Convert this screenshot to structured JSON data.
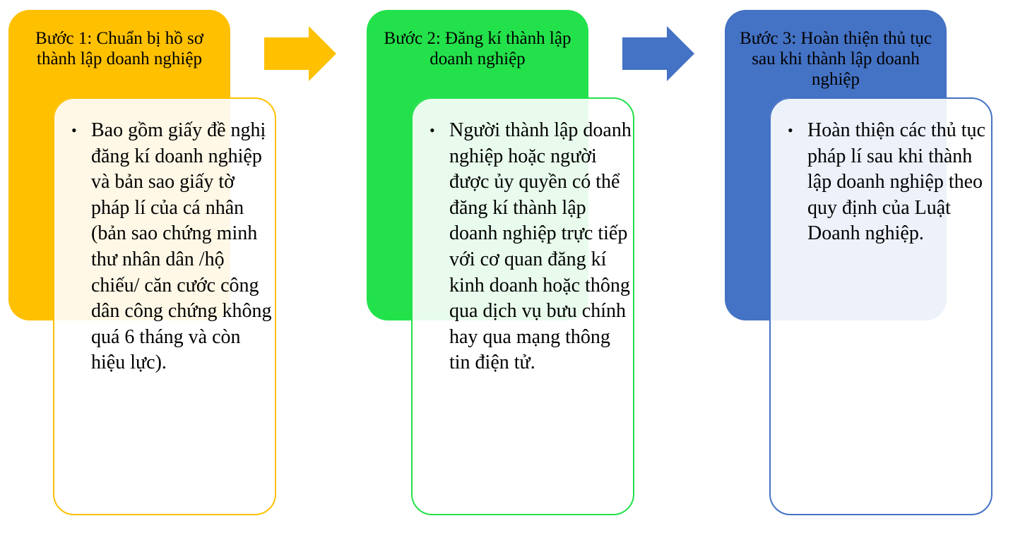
{
  "diagram": {
    "type": "process-flow",
    "steps": [
      {
        "title": "Bước 1: Chuẩn bị hồ sơ thành lập doanh nghiệp",
        "detail": "Bao gồm giấy đề nghị đăng kí doanh nghiệp và bản sao giấy tờ pháp lí của cá nhân (bản sao chứng minh thư nhân dân /hộ chiếu/ căn cước công dân công chứng không quá 6 tháng và còn hiệu lực).",
        "color": "#ffc000"
      },
      {
        "title": "Bước 2: Đăng kí thành lập doanh nghiệp",
        "detail": "Người thành lập doanh nghiệp hoặc người được ủy quyền có thể đăng kí thành lập doanh nghiệp trực tiếp với cơ quan đăng kí kinh doanh hoặc thông qua dịch vụ bưu chính hay qua mạng thông tin điện tử.",
        "color": "#23e14b"
      },
      {
        "title": "Bước 3: Hoàn thiện thủ tục sau khi thành lập doanh nghiệp",
        "detail": "Hoàn thiện các thủ tục pháp lí sau khi thành lập doanh nghiệp theo quy định của Luật Doanh nghiệp.",
        "color": "#4472c4"
      }
    ],
    "arrows": [
      {
        "icon": "arrow-right-icon",
        "color": "#ffc000"
      },
      {
        "icon": "arrow-right-icon",
        "color": "#4472c4"
      }
    ],
    "bullet": "•"
  }
}
